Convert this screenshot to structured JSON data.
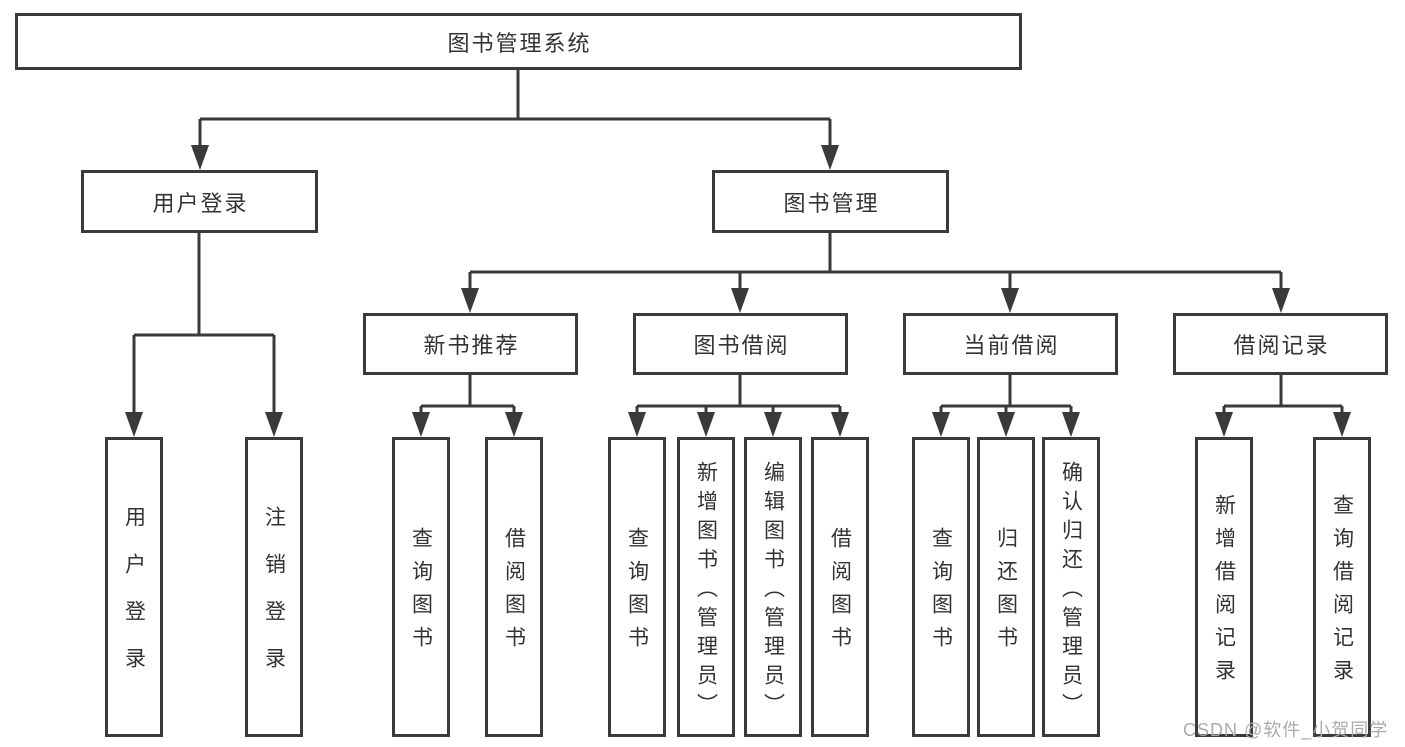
{
  "diagram": {
    "root": {
      "label": "图书管理系统"
    },
    "branches": [
      {
        "label": "用户登录",
        "children": [
          {
            "label": "用户登录"
          },
          {
            "label": "注销登录"
          }
        ]
      },
      {
        "label": "图书管理",
        "children": [
          {
            "label": "新书推荐",
            "children": [
              {
                "label": "查询图书"
              },
              {
                "label": "借阅图书"
              }
            ]
          },
          {
            "label": "图书借阅",
            "children": [
              {
                "label": "查询图书"
              },
              {
                "label": "新增图书（管理员）"
              },
              {
                "label": "编辑图书（管理员）"
              },
              {
                "label": "借阅图书"
              }
            ]
          },
          {
            "label": "当前借阅",
            "children": [
              {
                "label": "查询图书"
              },
              {
                "label": "归还图书"
              },
              {
                "label": "确认归还（管理员）"
              }
            ]
          },
          {
            "label": "借阅记录",
            "children": [
              {
                "label": "新增借阅记录"
              },
              {
                "label": "查询借阅记录"
              }
            ]
          }
        ]
      }
    ]
  },
  "watermark": "CSDN @软件_小贺同学",
  "colors": {
    "line": "#3a3a3a",
    "text": "#333333",
    "box_background": "#ffffff",
    "page_background": "#ffffff",
    "watermark": "#ababab"
  }
}
